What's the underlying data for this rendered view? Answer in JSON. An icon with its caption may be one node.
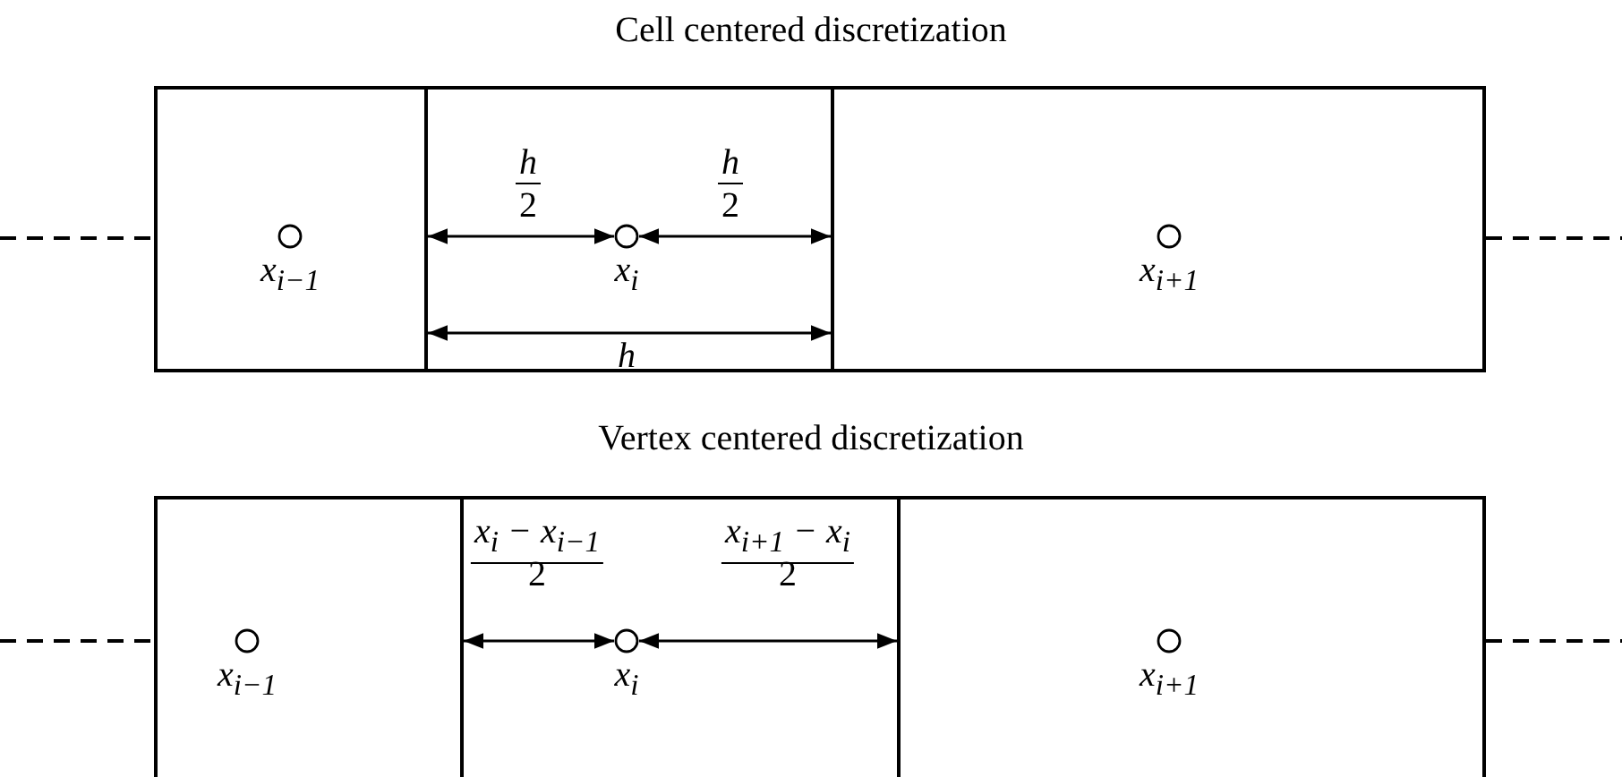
{
  "diagram": {
    "labels": [
      "Cell centered discretization",
      "h",
      "2",
      "h",
      "2",
      "x$_{i−1}$",
      "x$_{i}$",
      "x$_{i+1}$",
      "h",
      "Vertex centered discretization",
      "x$_{i}$ − x$_{i−1}$",
      "2",
      "x$_{i+1}$ − x$_{i}$",
      "2",
      "x$_{i−1}$",
      "x$_{i}$",
      "x$_{i+1}$"
    ]
  }
}
